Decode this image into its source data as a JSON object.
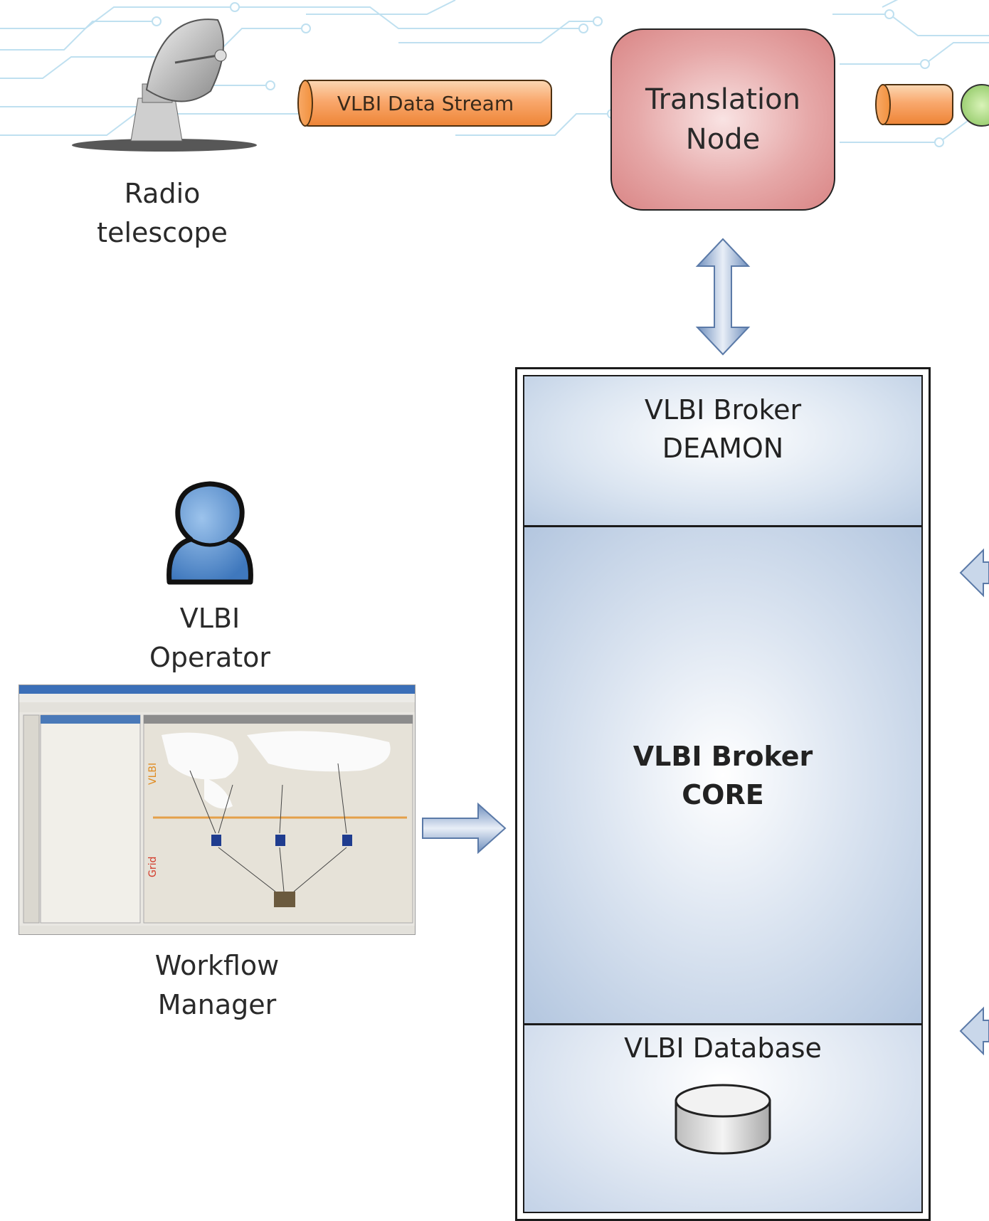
{
  "nodes": {
    "radio_telescope": "Radio\ntelescope",
    "data_stream": "VLBI Data Stream",
    "translation_node": "Translation\nNode",
    "broker_daemon": "VLBI Broker\nDEAMON",
    "broker_core": "VLBI Broker\nCORE",
    "database": "VLBI Database",
    "operator": "VLBI\nOperator",
    "workflow_manager": "Workflow\nManager"
  },
  "colors": {
    "pipe": "#f9a86d",
    "translation": "#e6a8a8",
    "broker": "#b9cbe2",
    "arrow": "#8fa9cd",
    "operator": "#4f86c6"
  }
}
